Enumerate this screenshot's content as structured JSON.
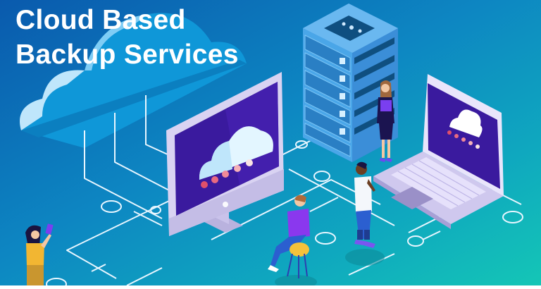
{
  "headline": {
    "line1": "Cloud Based",
    "line2": "Backup Services"
  },
  "colors": {
    "bg_top_left": "#0a5fb0",
    "bg_mid": "#0d8ec4",
    "bg_bottom_right": "#12c2b8",
    "circuit_line": "#e8f6ff",
    "screen_purple": "#3a1a9e",
    "device_frame": "#d9d3f2",
    "server_blue": "#4aa6e8",
    "cloud_light": "#bfe6fb",
    "dot_colors": [
      "#e0506a",
      "#e86a80",
      "#f08a98",
      "#f5b0b8",
      "#fbe3e3"
    ]
  },
  "illustration": {
    "elements": [
      "big-cloud",
      "server-rack",
      "desktop-monitor",
      "laptop",
      "woman-with-phone",
      "man-on-stool",
      "standing-man",
      "businesswoman"
    ]
  }
}
